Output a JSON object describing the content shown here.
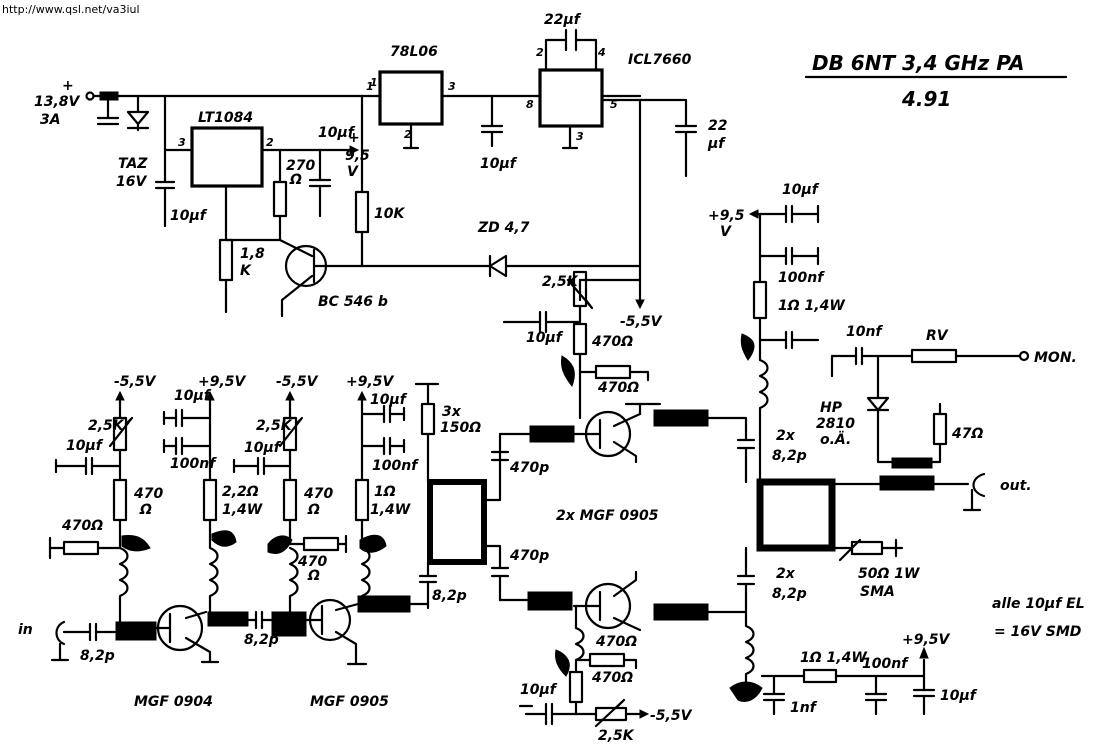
{
  "url": "http://www.qsl.net/va3iul",
  "title": "DB 6NT   3,4 GHz  PA",
  "date": "4.91",
  "note_line1": "alle 10µf EL",
  "note_line2": "= 16V SMD",
  "labels": {
    "vin_plus": "+",
    "vin": "13,8V",
    "vin_current": "3A",
    "taz": "TAZ",
    "taz_v": "16V",
    "c_10uf_in": "10µf",
    "lt1084": "LT1084",
    "pin3_lt": "3",
    "pin2_lt": "2",
    "pin1_lt": "1",
    "r270": "270",
    "ohm_270": "Ω",
    "c10uf_reg": "10µf",
    "v95_plus": "+",
    "v95": "9,5",
    "v95_v": "V",
    "r18k": "1,8",
    "r18k_k": "K",
    "r10k": "10K",
    "bc546": "BC 546 b",
    "reg78": "78L06",
    "pin1_78": "1",
    "pin2_78": "2",
    "pin3_78": "3",
    "c10uf_78": "10µf",
    "c22uf_top": "22µf",
    "icl": "ICL7660",
    "pin2_icl": "2",
    "pin4_icl": "4",
    "pin8_icl": "8",
    "pin5_icl": "5",
    "pin3_icl": "3",
    "c22uf_right": "22",
    "c22uf_right_u": "µf",
    "zd47": "ZD 4,7",
    "r25k_top": "2,5K",
    "m55_top": "-5,5V",
    "c10uf_bias_top": "10µf",
    "r470_top": "470Ω",
    "r470b_top": "470Ω",
    "v95_right": "+9,5",
    "v95_right_v": "V",
    "c10uf_r": "10µf",
    "c100nf_r": "100nf",
    "r1ohm_r": "1Ω 1,4W",
    "c10nf_mon": "10nf",
    "rv": "RV",
    "mon": "MON.",
    "hp": "HP",
    "hp_num": "2810",
    "hp_eq": "o.Ä.",
    "r47": "47Ω",
    "out": "out.",
    "c2x_82_top": "2x",
    "c82_top": "8,2p",
    "c2x_82_bot": "2x",
    "c82_bot": "8,2p",
    "r50": "50Ω  1W",
    "sma": "SMA",
    "mgf_pair": "2x MGF 0905",
    "c470p_top": "470p",
    "c470p_bot": "470p",
    "r3x150": "3x",
    "r3x150_v": "150Ω",
    "c82_mid": "8,2p",
    "st1_m55": "-5,5V",
    "st1_r25k": "2,5K",
    "st1_c10uf": "10µf",
    "st1_r470": "470",
    "st1_r470_ohm": "Ω",
    "st1_r470b": "470Ω",
    "st1_v95": "+9,5V",
    "st1_c10uf_b": "10µf",
    "st1_c100nf": "100nf",
    "st1_r22": "2,2Ω",
    "st1_r22w": "1,4W",
    "st2_m55": "-5,5V",
    "st2_r25k": "2,5K",
    "st2_c10uf": "10µf",
    "st2_r470": "470",
    "st2_r470_ohm": "Ω",
    "st2_r470b": "470",
    "st2_r470b_ohm": "Ω",
    "st2_v95": "+9,5V",
    "st2_c10uf_b": "10µf",
    "st2_c100nf": "100nf",
    "st2_r1": "1Ω",
    "st2_r1w": "1,4W",
    "in": "in",
    "c82_in": "8,2p",
    "c82_st": "8,2p",
    "mgf0904": "MGF 0904",
    "mgf0905": "MGF 0905",
    "bot_c10uf": "10µf",
    "bot_r470": "470Ω",
    "bot_r470b": "470Ω",
    "bot_r25k": "2,5K",
    "bot_m55": "-5,5V",
    "bot_r1": "1Ω 1,4W",
    "bot_c100nf": "100nf",
    "bot_v95": "+9,5V",
    "bot_c1nf": "1nf",
    "bot_c10uf_r": "10µf"
  }
}
